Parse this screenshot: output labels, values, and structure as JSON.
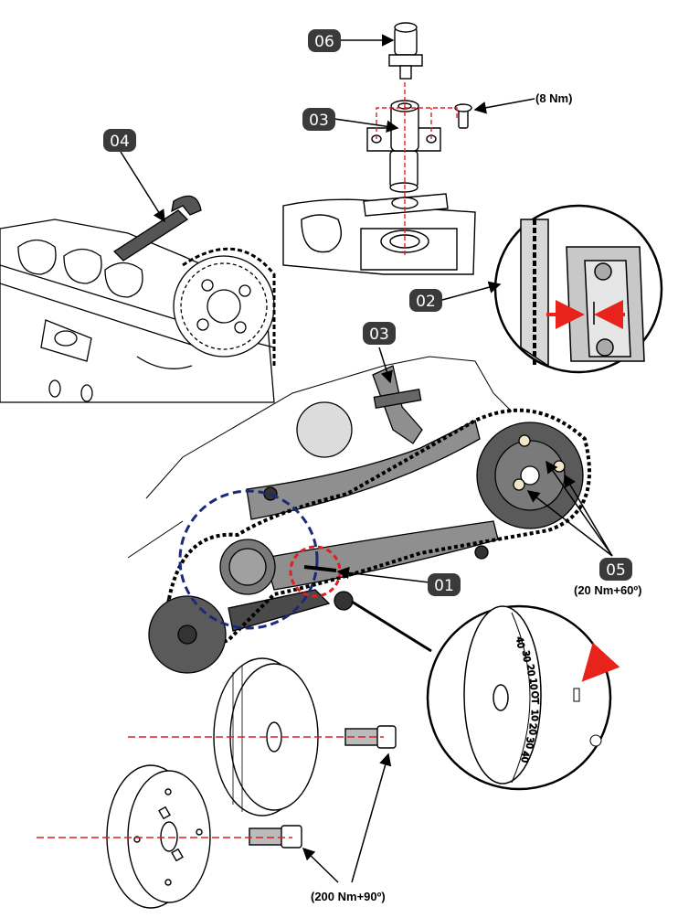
{
  "callouts": {
    "c06": "06",
    "c03_top": "03",
    "c04": "04",
    "c02": "02",
    "c03_mid": "03",
    "c05": "05",
    "c01": "01"
  },
  "torques": {
    "bolt_small": "(8 Nm)",
    "camshaft_bolts": "(20 Nm+60º)",
    "crank_bolt": "(200 Nm+90º)"
  },
  "timing_scale": [
    "40",
    "30",
    "20",
    "10",
    "OT",
    "10",
    "20",
    "30",
    "40"
  ],
  "colors": {
    "badge": "#3a3a3a",
    "part_gray": "#8f8f8f",
    "dark_gray": "#5a5a5a",
    "red_line": "#e02020",
    "blue_circle": "#1a2a7a",
    "red_arrow": "#e8231c"
  }
}
